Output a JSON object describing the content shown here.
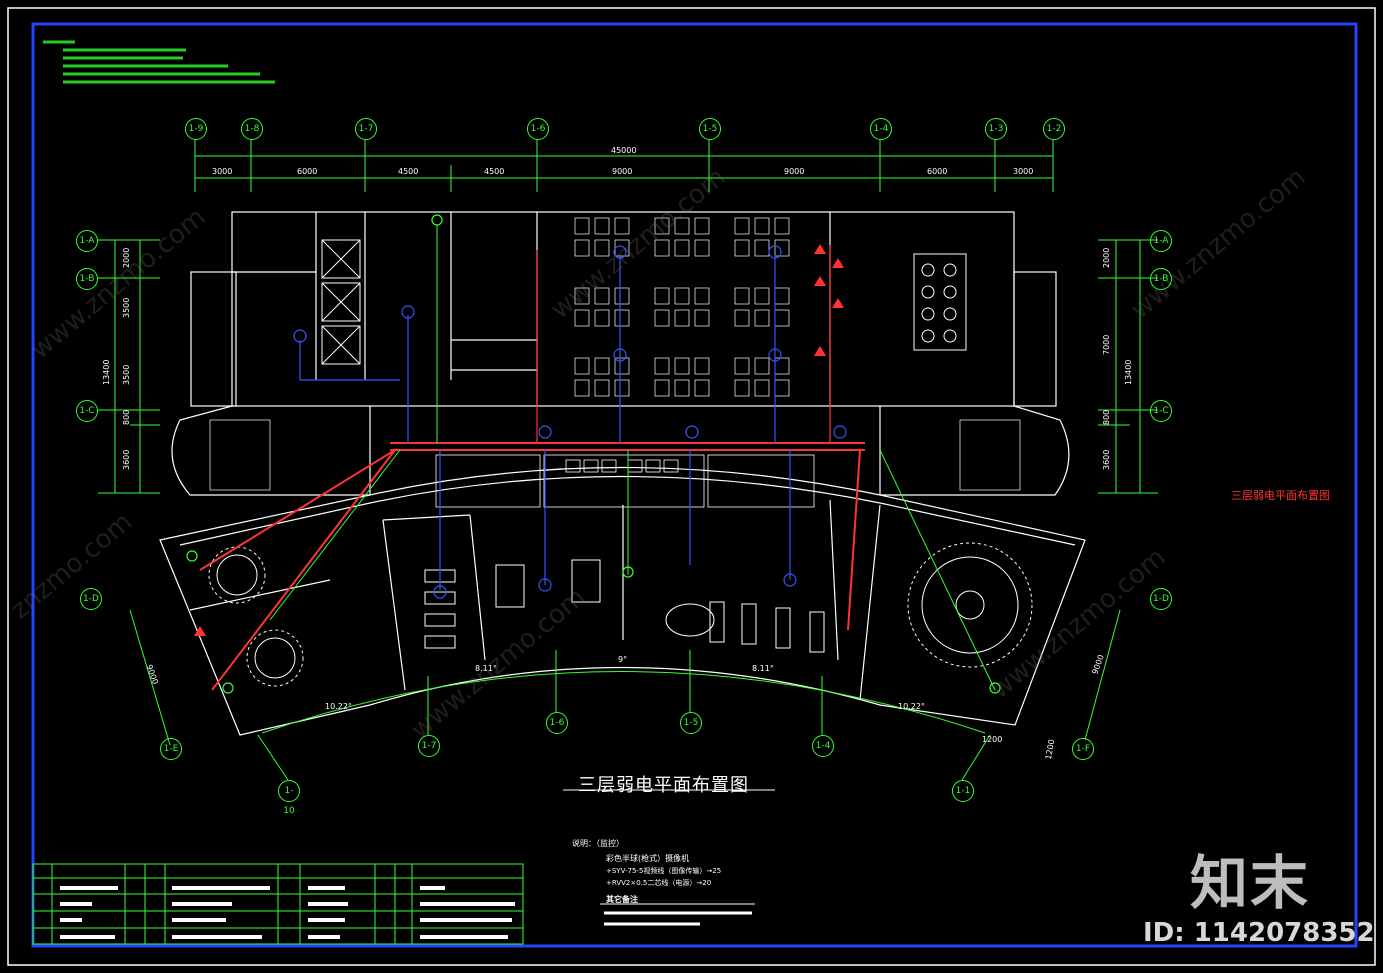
{
  "drawing": {
    "main_title": "三层弱电平面布置图",
    "side_title": "三层弱电平面布置图",
    "watermark_brand": "知末",
    "watermark_id": "ID: 1142078352"
  },
  "axes_top": [
    "1-9",
    "1-8",
    "1-7",
    "1-6",
    "1-5",
    "1-4",
    "1-3",
    "1-2"
  ],
  "axes_left": [
    "1-A",
    "1-B",
    "1-C",
    "1-D",
    "1-E"
  ],
  "axes_right": [
    "1-A",
    "1-B",
    "1-C",
    "1-D",
    "1-F"
  ],
  "axes_bottom": [
    "1-10",
    "1-7",
    "1-6",
    "1-5",
    "1-4",
    "1-1"
  ],
  "dims_top_total": "45000",
  "dims_top": [
    "3000",
    "6000",
    "4500",
    "4500",
    "9000",
    "9000",
    "6000",
    "3000"
  ],
  "dims_left": [
    "2000",
    "3500",
    "13400",
    "3500",
    "800",
    "3600"
  ],
  "dims_right": [
    "2000",
    "13400",
    "7000",
    "800",
    "3600"
  ],
  "dims_arc": [
    "10.22°",
    "8.11°",
    "9°",
    "8.11°",
    "10.22°"
  ],
  "dims_misc": [
    "9000",
    "9000",
    "1200",
    "1200"
  ],
  "notes": {
    "heading": "说明：（监控）",
    "line1": "彩色半球(枪式）摄像机",
    "line2": "+SYV-75-5视频线（图像传输）→25",
    "line3": "+RVV2×0.5二芯线（电源）→20",
    "heading2": "其它备注"
  }
}
